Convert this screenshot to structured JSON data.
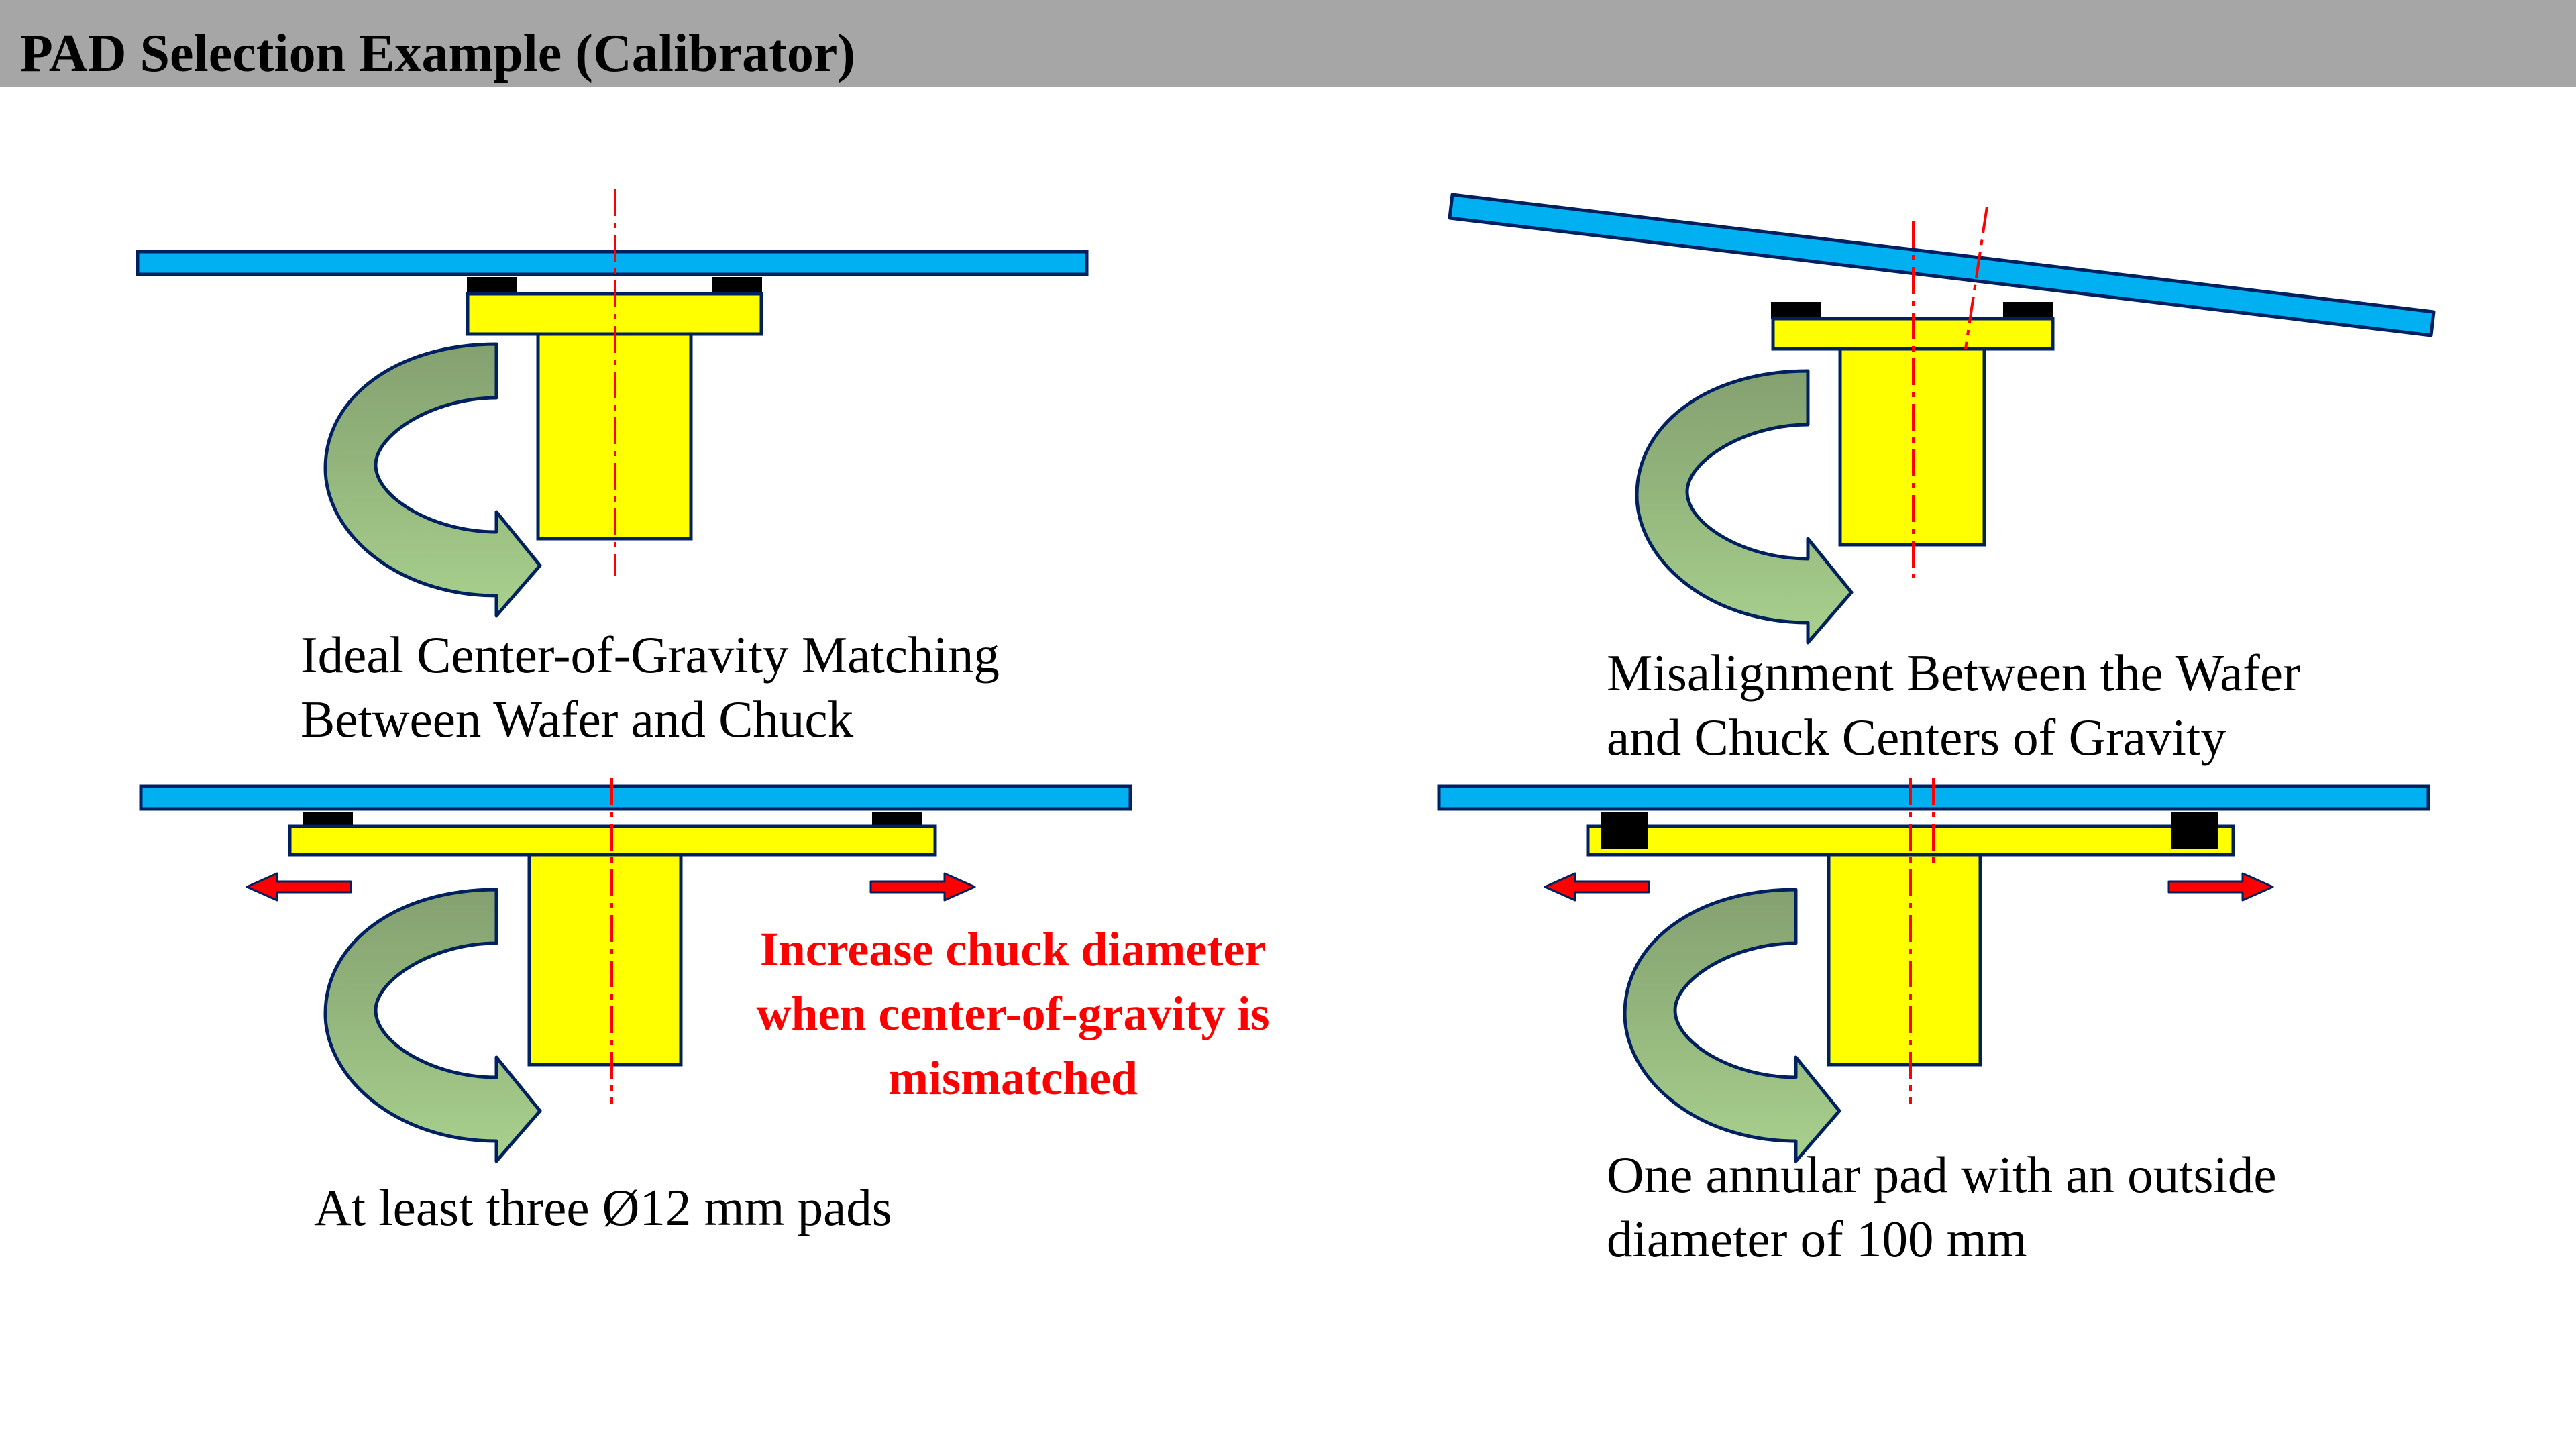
{
  "page": {
    "title": "PAD Selection Example (Calibrator)"
  },
  "colors": {
    "wafer": "#00b0f0",
    "chuck": "#ffff00",
    "pad": "#000000",
    "outline": "#002060",
    "centerline": "#ff0000",
    "rotation_arrow_dark": "#84a070",
    "rotation_arrow_light": "#a9d18e",
    "push_arrow": "#ff0000",
    "note_text": "#ff0000",
    "title_bar": "#a6a6a6"
  },
  "icons": [
    "rotation-arrow-icon",
    "left-arrow-icon",
    "right-arrow-icon"
  ],
  "panels": {
    "top_left": {
      "caption_line1": "Ideal Center-of-Gravity Matching",
      "caption_line2": "Between Wafer and Chuck"
    },
    "top_right": {
      "caption_line1": "Misalignment Between the Wafer",
      "caption_line2": "and Chuck Centers of Gravity"
    },
    "bottom_left": {
      "caption_line1": "At least three Ø12 mm pads",
      "note_line1": "Increase chuck diameter",
      "note_line2": "when center-of-gravity is",
      "note_line3": "mismatched"
    },
    "bottom_right": {
      "caption_line1": "One annular pad with an outside",
      "caption_line2": "diameter of 100 mm"
    }
  }
}
